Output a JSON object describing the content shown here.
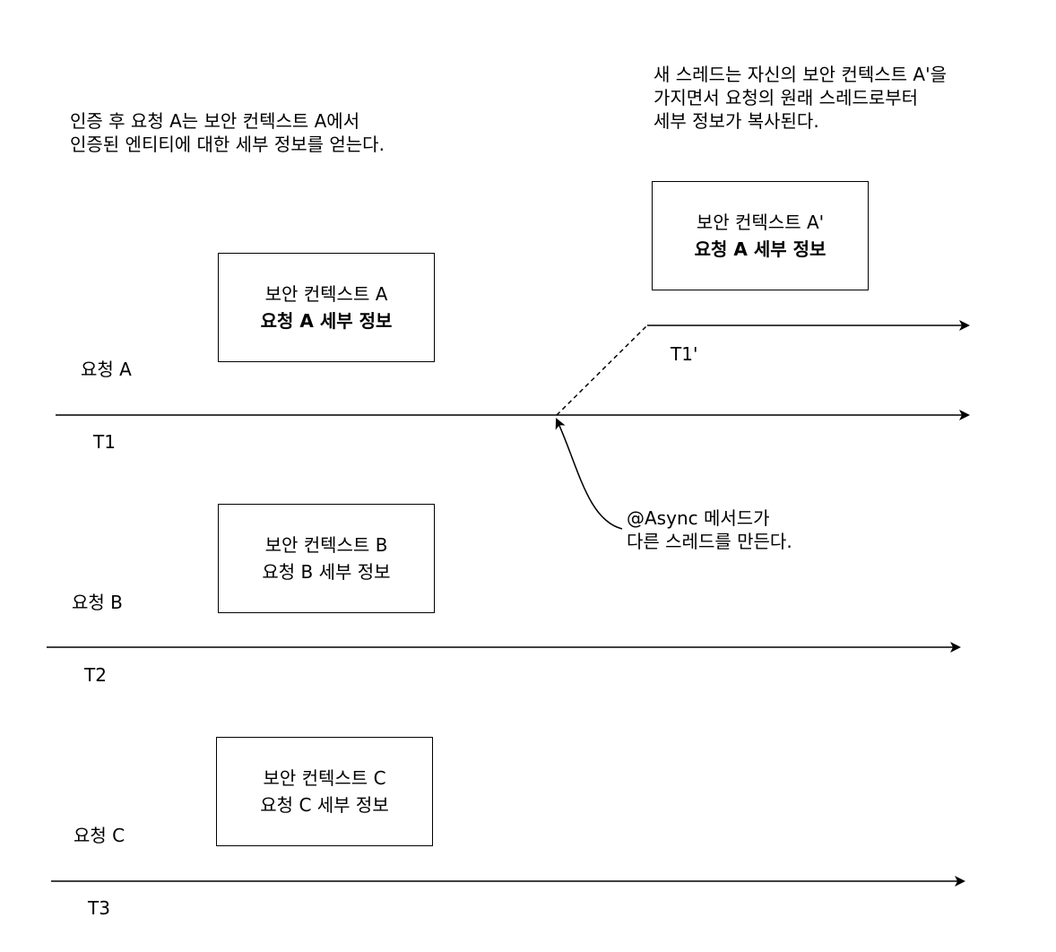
{
  "notes": {
    "request_a": {
      "lines": [
        "인증 후 요청 A는 보안 컨텍스트 A에서",
        "인증된 엔티티에 대한 세부 정보를 얻는다."
      ]
    },
    "new_thread": {
      "lines": [
        "새 스레드는 자신의 보안 컨텍스트 A'을",
        "가지면서 요청의 원래 스레드로부터",
        "세부 정보가 복사된다."
      ]
    },
    "async": {
      "lines": [
        "@Async 메서드가",
        "다른 스레드를 만든다."
      ]
    }
  },
  "requests": [
    {
      "label": "요청 A",
      "thread": "T1",
      "context": {
        "title": "보안 컨텍스트 A",
        "detail": "요청 A 세부 정보",
        "detail_bold": true
      }
    },
    {
      "label": "요청 B",
      "thread": "T2",
      "context": {
        "title": "보안 컨텍스트 B",
        "detail": "요청 B 세부 정보",
        "detail_bold": false
      }
    },
    {
      "label": "요청 C",
      "thread": "T3",
      "context": {
        "title": "보안 컨텍스트 C",
        "detail": "요청 C 세부 정보",
        "detail_bold": false
      }
    }
  ],
  "async_thread": {
    "thread": "T1'",
    "context": {
      "title": "보안 컨텍스트 A'",
      "detail": "요청 A 세부 정보",
      "detail_bold": true
    }
  },
  "colors": {
    "line": "#000000",
    "background": "#ffffff"
  }
}
